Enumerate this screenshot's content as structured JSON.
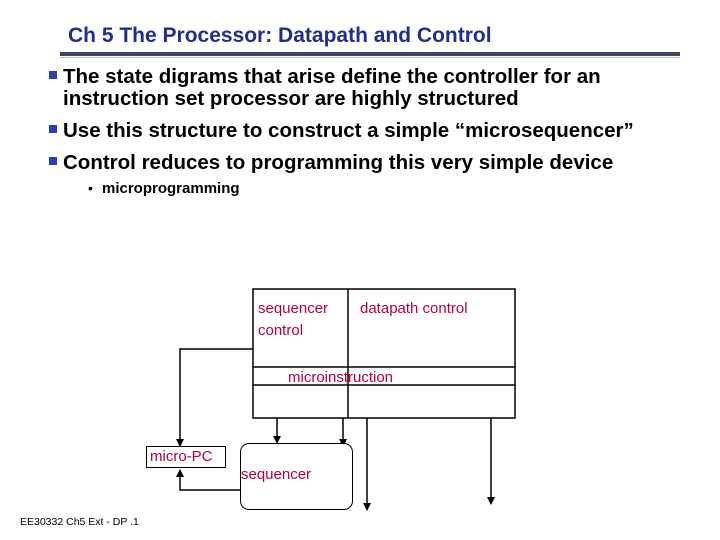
{
  "slide": {
    "title": "Ch 5 The Processor: Datapath and Control",
    "bullets": [
      "The state digrams that arise define the controller for an instruction set processor are highly structured",
      "Use this structure to construct a simple “microsequencer”",
      "Control reduces to programming this very simple device"
    ],
    "sub_bullet_marker": "•",
    "sub_bullets": [
      "microprogramming"
    ],
    "footer": "EE30332 Ch5 Ext - DP .1",
    "colors": {
      "title": "#1f2f8f",
      "bullet_marker": "#2b3fb4",
      "diagram_labels": "#b5003f",
      "title_rule": "#3d4560"
    }
  },
  "diagram": {
    "sequencer_control_label": "sequencer control",
    "datapath_control_label": "datapath control",
    "microinstruction_label": "microinstruction",
    "micro_pc_label": "micro-PC",
    "sequencer_label": "sequencer"
  }
}
